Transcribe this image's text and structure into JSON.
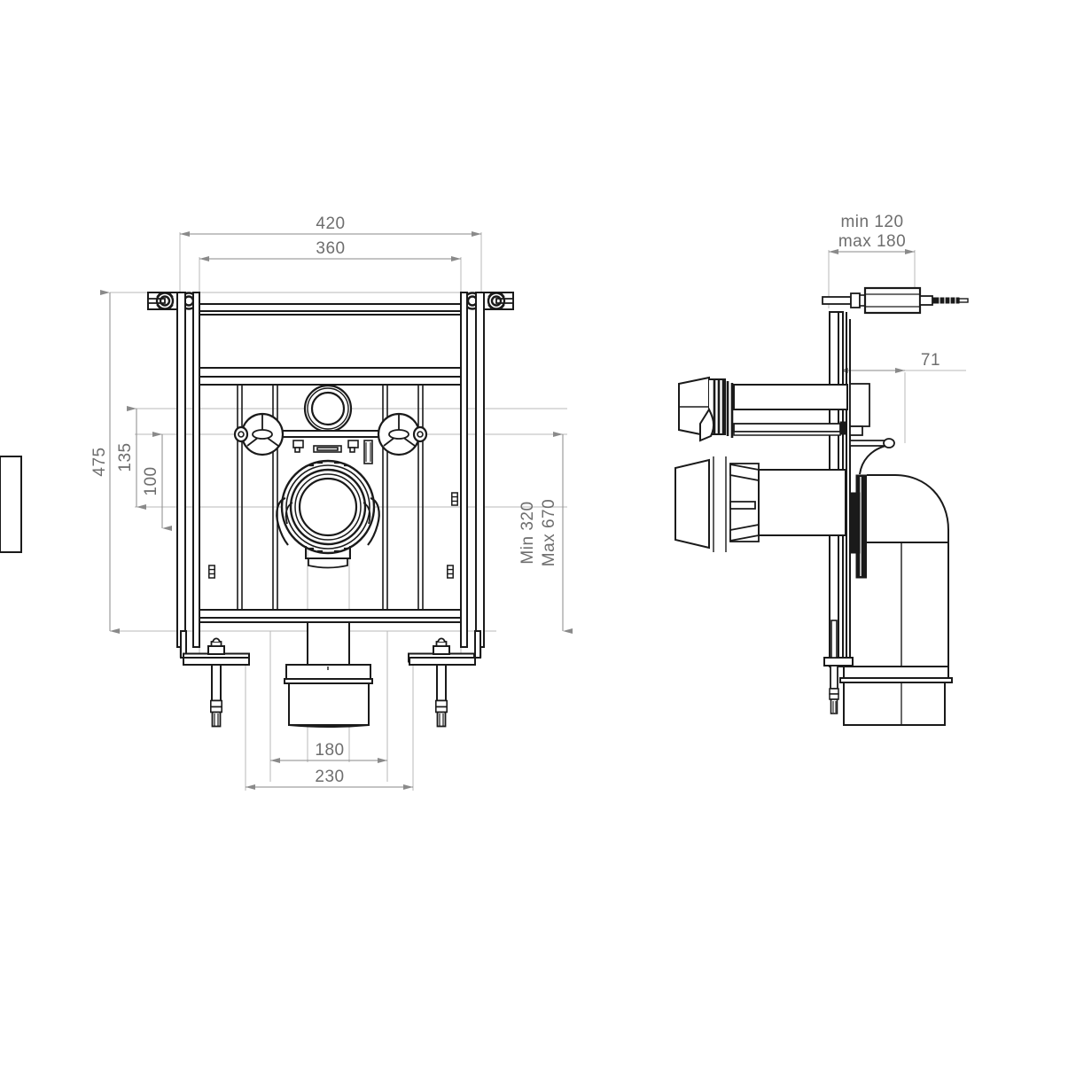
{
  "drawing": {
    "type": "technical-dimension-drawing",
    "subject": "Concealed WC cistern support frame",
    "views": [
      "front-elevation",
      "side-elevation"
    ],
    "units": "mm",
    "line_color": "#1a1a1a",
    "dimension_color": "#8a8a8a",
    "text_color": "#6e6e6e",
    "background": "#ffffff"
  },
  "front_view": {
    "name": "front-elevation",
    "dimensions": {
      "overall_width": "420",
      "inner_width": "360",
      "overall_height": "475",
      "upper_offset": "135",
      "lower_offset": "100",
      "outlet_width": "180",
      "foot_span": "230"
    }
  },
  "side_view": {
    "name": "side-elevation",
    "dimensions": {
      "min_depth": "min 120",
      "max_depth": "max 180",
      "outlet_offset": "71",
      "height_min": "Min 320",
      "height_max": "Max 670"
    }
  },
  "labels": [
    {
      "id": "dim-420",
      "text": "420"
    },
    {
      "id": "dim-360",
      "text": "360"
    },
    {
      "id": "dim-475",
      "text": "475"
    },
    {
      "id": "dim-135",
      "text": "135"
    },
    {
      "id": "dim-100",
      "text": "100"
    },
    {
      "id": "dim-180",
      "text": "180"
    },
    {
      "id": "dim-230",
      "text": "230"
    },
    {
      "id": "dim-min320",
      "text": "Min 320"
    },
    {
      "id": "dim-max670",
      "text": "Max 670"
    },
    {
      "id": "dim-min120",
      "text": "min 120"
    },
    {
      "id": "dim-max180",
      "text": "max 180"
    },
    {
      "id": "dim-71",
      "text": "71"
    }
  ]
}
